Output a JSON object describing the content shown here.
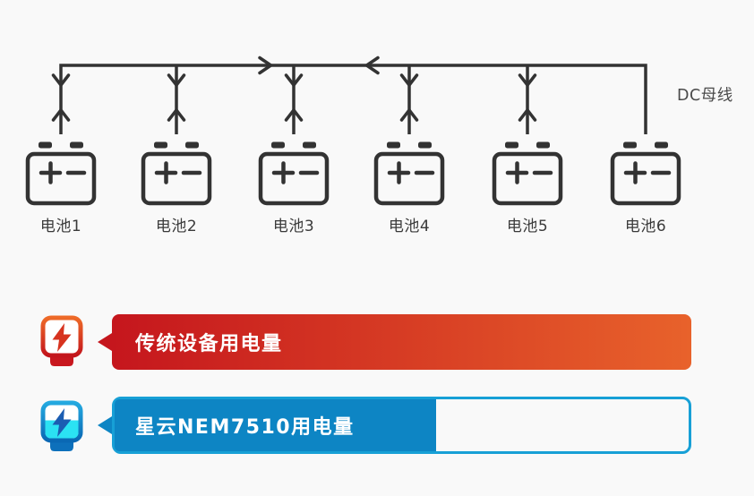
{
  "page": {
    "background_color": "#f9f9f9"
  },
  "diagram": {
    "bus_label": "DC母线",
    "line_color": "#333333",
    "batteries": [
      {
        "label": "电池1"
      },
      {
        "label": "电池2"
      },
      {
        "label": "电池3"
      },
      {
        "label": "电池4"
      },
      {
        "label": "电池5"
      },
      {
        "label": "电池6"
      }
    ],
    "battery_symbols": {
      "plus": "+",
      "minus": "−"
    },
    "flow": "bidirectional arrows on battery drops 1-5, converging arrows on bus"
  },
  "bars": {
    "traditional": {
      "label": "传统设备用电量",
      "fill_percent": 100,
      "gradient_start": "#c5161d",
      "gradient_end": "#e8622b",
      "icon": "red-power-meter-icon"
    },
    "nebula": {
      "label": "星云NEM7510用电量",
      "fill_percent": 56,
      "fill_color": "#0d85c4",
      "border_color": "#17a0d6",
      "icon": "blue-power-meter-icon"
    }
  }
}
